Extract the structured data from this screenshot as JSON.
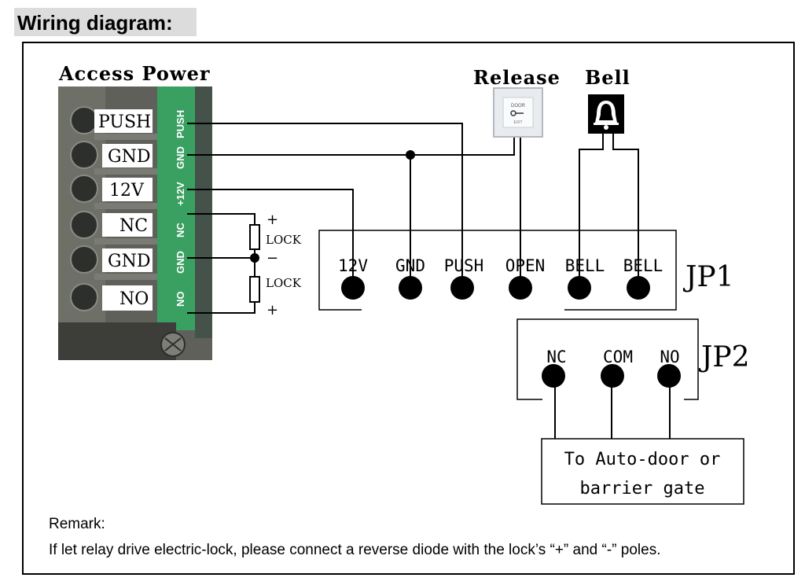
{
  "title": "Wiring diagram:",
  "access_power": {
    "label": "Access Power",
    "terminals": [
      "PUSH",
      "GND",
      "12V",
      "NC",
      "GND",
      "NO"
    ],
    "pcb_labels": [
      "PUSH",
      "GND",
      "+12V",
      "NC",
      "GND",
      "NO"
    ]
  },
  "lock_labels": {
    "plus_top": "+",
    "lock_top": "LOCK",
    "minus": "−",
    "lock_bottom": "LOCK",
    "plus_bottom": "+"
  },
  "release": {
    "label": "Release",
    "button_text": [
      "DOOR",
      "EXIT"
    ]
  },
  "bell": {
    "label": "Bell"
  },
  "jp1": {
    "label": "JP1",
    "pins": [
      "12V",
      "GND",
      "PUSH",
      "OPEN",
      "BELL",
      "BELL"
    ]
  },
  "jp2": {
    "label": "JP2",
    "pins": [
      "NC",
      "COM",
      "NO"
    ]
  },
  "auto_door": {
    "line1": "To Auto-door or",
    "line2": "barrier gate"
  },
  "remark": {
    "heading": "Remark:",
    "text": "If let relay drive electric-lock, please connect a reverse diode with the lock’s “+” and “-” poles."
  },
  "colors": {
    "terminal_green": "#3aa061",
    "terminal_dark": "#1e6b3c",
    "photo_bg": "#6b6b63"
  }
}
